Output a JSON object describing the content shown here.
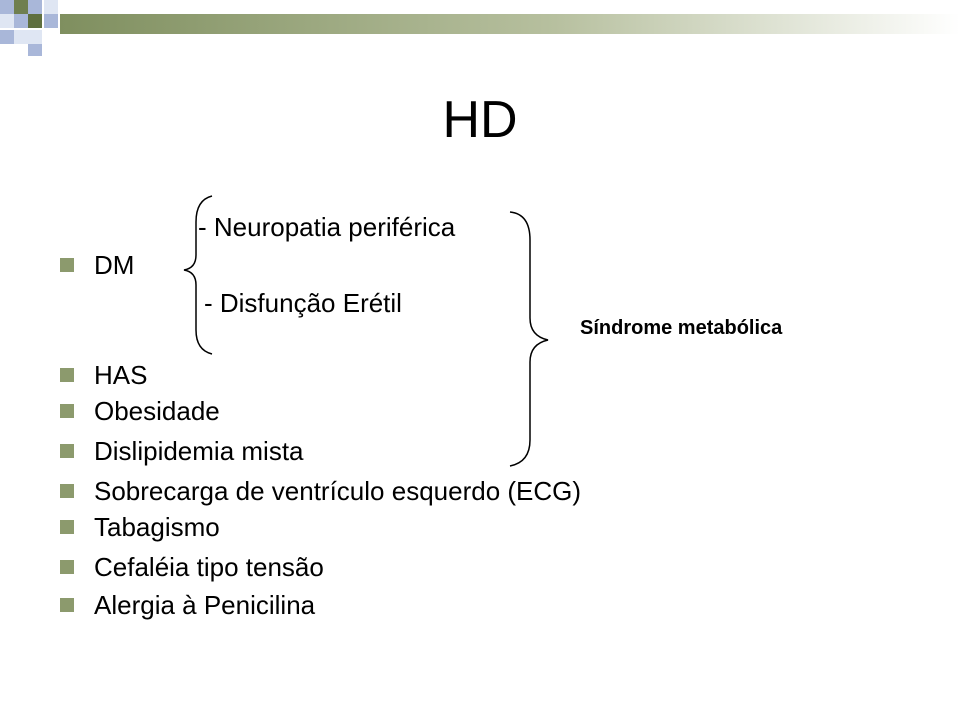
{
  "slide": {
    "title": "HD",
    "dm_subitems": [
      "- Neuropatia periférica",
      "- Disfunção Erétil"
    ],
    "annotation": "Síndrome metabólica",
    "bullets": [
      "DM",
      "HAS",
      "Obesidade",
      "Dislipidemia mista",
      "Sobrecarga de ventrículo esquerdo (ECG)",
      "Tabagismo",
      "Cefaléia tipo tensão",
      "Alergia à Penicilina"
    ],
    "colors": {
      "bullet": "#8c9a6d",
      "header_green": "#7f8f5f",
      "header_blue": "#a9b7d9"
    }
  }
}
